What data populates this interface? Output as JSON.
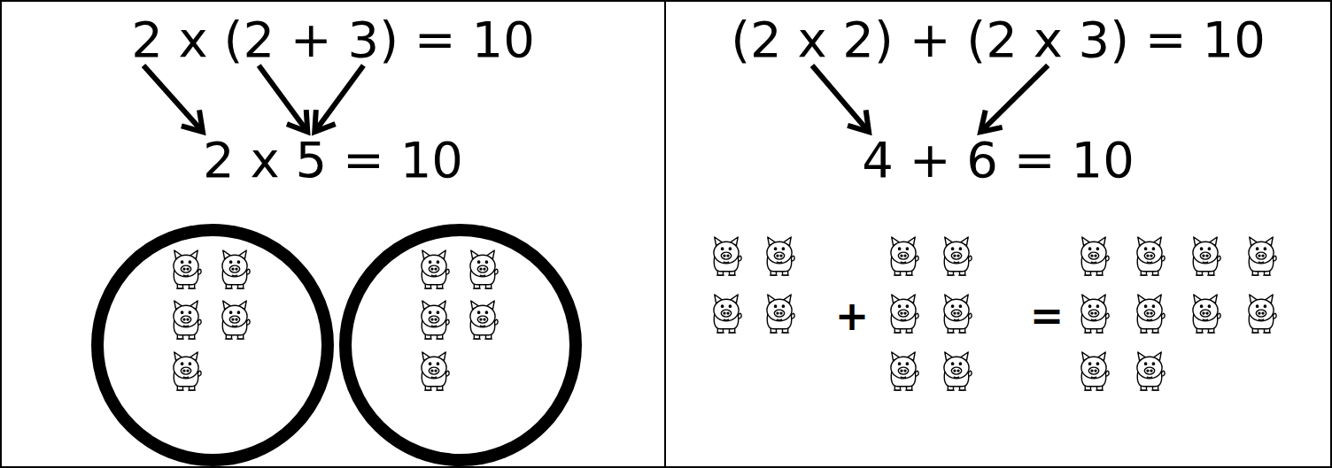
{
  "diagram": {
    "nodes": [
      {
        "text": [
          "2 x (2 + 3) = 10",
          "2 x 5 = 10"
        ]
      },
      {
        "text": [
          "(2 x 2) + (2 x 3) = 10",
          "4 + 6 = 10",
          "+",
          "="
        ]
      }
    ]
  }
}
